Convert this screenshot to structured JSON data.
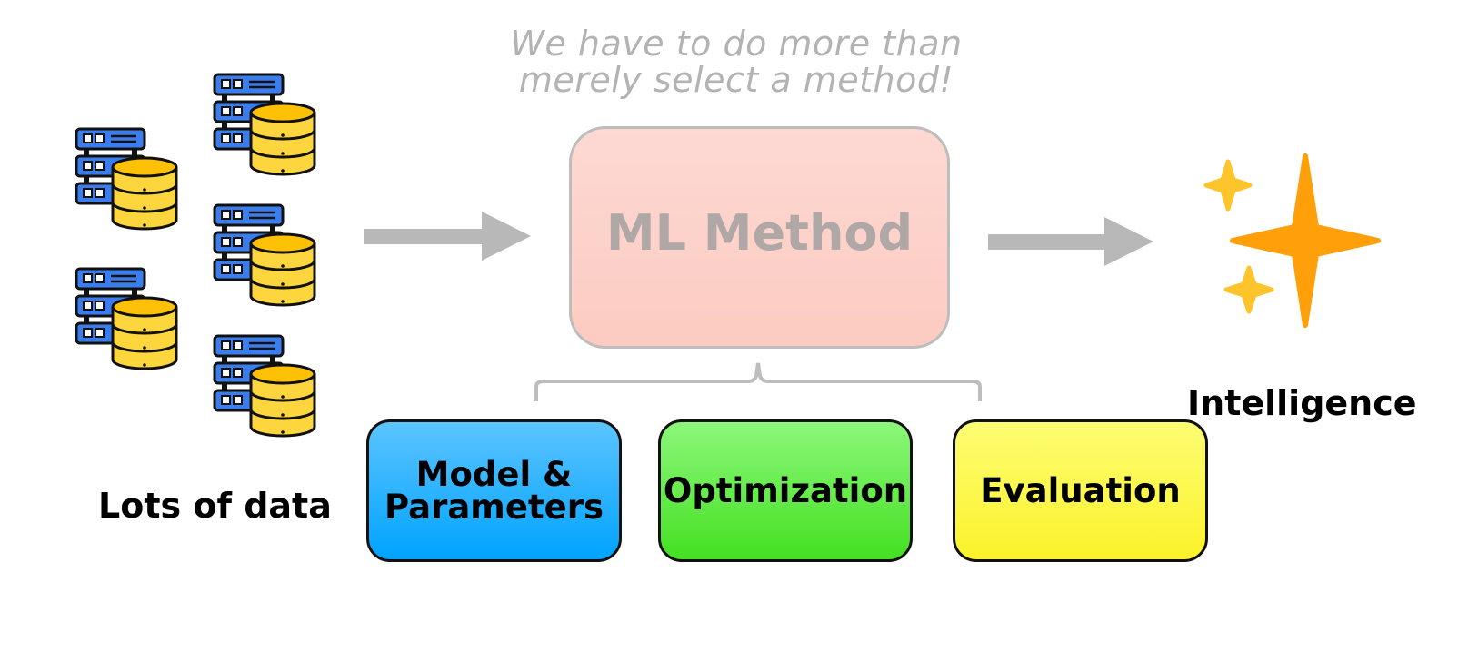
{
  "note": {
    "line1": "We have to do more than",
    "line2": "merely select a method!"
  },
  "data_label": "Lots of data",
  "method_label": "ML Method",
  "components": [
    {
      "label_line1": "Model &",
      "label_line2": "Parameters",
      "color_top": "#5cc4ff",
      "color_bottom": "#00a3ff"
    },
    {
      "label": "Optimization",
      "color_top": "#8cf77a",
      "color_bottom": "#44e022"
    },
    {
      "label": "Evaluation",
      "color_top": "#fdfd73",
      "color_bottom": "#fbf22a"
    }
  ],
  "output_label": "Intelligence",
  "colors": {
    "arrow": "#b8b8b8",
    "server_blue": "#3b7ded",
    "cylinder_yellow": "#fdd63e",
    "sparkle_large": "#ff9f0a",
    "sparkle_small": "#fec42b"
  },
  "icons": [
    "database-server-icon",
    "sparkles-icon"
  ]
}
